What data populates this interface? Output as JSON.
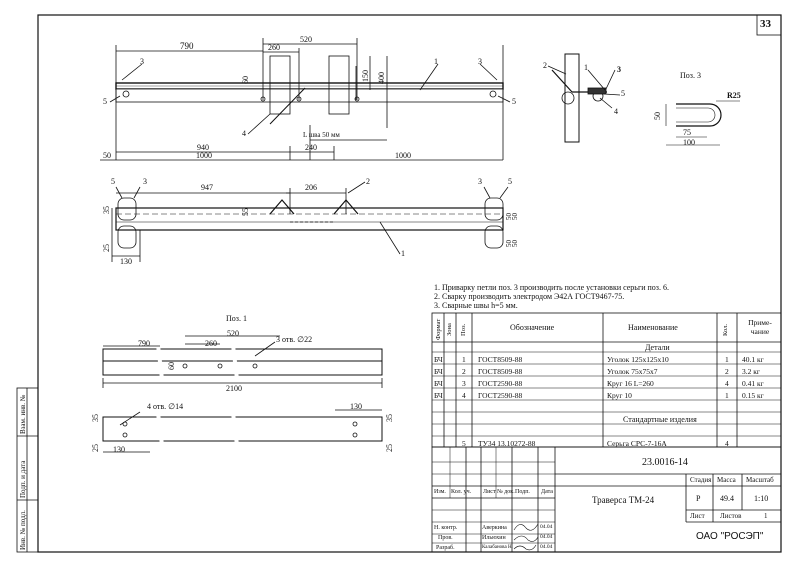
{
  "sheet_number": "33",
  "drawing": {
    "top_view": {
      "dims": {
        "d520": "520",
        "d790": "790",
        "d260": "260",
        "d60": "60",
        "d150": "150",
        "d400": "400",
        "lweld": "L шва 50 мм",
        "d940": "940",
        "d240": "240",
        "d50": "50",
        "d1000a": "1000",
        "d1000b": "1000"
      },
      "callouts": {
        "c1": "1",
        "c3a": "3",
        "c3b": "3",
        "c4": "4",
        "c5a": "5",
        "c5b": "5"
      }
    },
    "side_view": {
      "c1": "1",
      "c2": "2",
      "c3": "3",
      "c4": "4",
      "c5": "5"
    },
    "pos3": {
      "title": "Поз. 3",
      "r": "R25",
      "d50": "50",
      "d75": "75",
      "d100": "100"
    },
    "plan_view": {
      "dims": {
        "d947": "947",
        "d206": "206",
        "d55": "55",
        "d35": "35",
        "d25": "25",
        "d130": "130",
        "d50a": "50",
        "d50b": "50",
        "d50c": "50",
        "d50d": "50"
      },
      "callouts": {
        "c1": "1",
        "c2": "2",
        "c3a": "3",
        "c3b": "3",
        "c5a": "5",
        "c5b": "5"
      }
    },
    "pos1": {
      "title": "Поз. 1",
      "dims": {
        "d520": "520",
        "d790": "790",
        "d260": "260",
        "d60": "60",
        "holes22": "3 отв. ∅22",
        "d2100": "2100",
        "holes14": "4 отв. ∅14",
        "d35a": "35",
        "d35b": "35",
        "d25a": "25",
        "d25b": "25",
        "d130a": "130",
        "d130b": "130"
      }
    }
  },
  "notes": [
    "1. Приварку петли поз. 3 производить после установки серьги поз. 6.",
    "2. Сварку производить электродом Э42А ГОСТ9467-75.",
    "3. Сварные швы h=5 мм."
  ],
  "spec_table": {
    "headers": {
      "format": "Формат",
      "zone": "Зона",
      "pos": "Поз.",
      "designation": "Обозначение",
      "name": "Наименование",
      "qty": "Кол.",
      "note": "Приме-чание"
    },
    "section_parts": "Детали",
    "section_std": "Стандартные изделия",
    "rows": [
      {
        "format": "БЧ",
        "pos": "1",
        "designation": "ГОСТ8509-88",
        "name": "Уголок 125х125х10",
        "qty": "1",
        "note": "40.1 кг"
      },
      {
        "format": "БЧ",
        "pos": "2",
        "designation": "ГОСТ8509-88",
        "name": "Уголок 75х75х7",
        "qty": "2",
        "note": "3.2 кг"
      },
      {
        "format": "БЧ",
        "pos": "3",
        "designation": "ГОСТ2590-88",
        "name": "Круг 16 L=260",
        "qty": "4",
        "note": "0.41 кг"
      },
      {
        "format": "БЧ",
        "pos": "4",
        "designation": "ГОСТ2590-88",
        "name": "Круг 10",
        "qty": "1",
        "note": "0.15 кг"
      }
    ],
    "std_rows": [
      {
        "pos": "5",
        "designation": "ТУ34 13.10272-88",
        "name": "Серьга СРС-7-16А",
        "qty": "4",
        "note": ""
      }
    ]
  },
  "title_block": {
    "doc_number": "23.0016-14",
    "title": "Траверса ТМ-24",
    "stage_label": "Стадия",
    "mass_label": "Масса",
    "scale_label": "Масштаб",
    "stage": "Р",
    "mass": "49.4",
    "scale": "1:10",
    "sheet_label": "Лист",
    "sheets_label": "Листов",
    "sheets": "1",
    "org": "ОАО \"РОСЭП\"",
    "cols": {
      "izm": "Изм.",
      "kol": "Кол. уч.",
      "list": "Лист",
      "ndok": "№ док.",
      "podp": "Подп.",
      "date": "Дата"
    },
    "signers": [
      {
        "role": "Н. контр.",
        "name": "Аверкина",
        "date": "04.04"
      },
      {
        "role": "Пров.",
        "name": "Ильюхин",
        "date": "04.04"
      },
      {
        "role": "Разраб.",
        "name": "Калабанова Н.",
        "date": "04.04"
      }
    ]
  },
  "side_stamp": {
    "a": "Взам. инв. №",
    "b": "Подп. и дата",
    "c": "Инв. № подл."
  }
}
